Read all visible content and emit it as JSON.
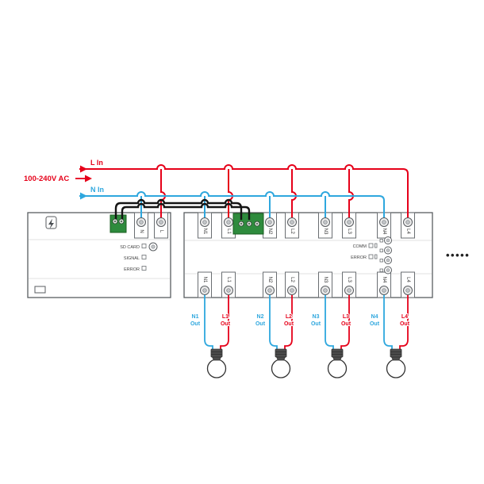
{
  "colors": {
    "live": "#e60019",
    "neutral": "#2ea7de",
    "cable": "#141414",
    "connector_green": "#2e8b3d",
    "outline": "#595d61"
  },
  "supply": {
    "line_live_label": "L In",
    "line_neutral_label": "N In",
    "voltage_label": "100-240V AC"
  },
  "power_module": {
    "terminals": [
      "N",
      "L"
    ],
    "indicators": [
      "SD CARD",
      "SIGNAL",
      "ERROR"
    ]
  },
  "relay_module": {
    "top_terminals": [
      "N1",
      "L1",
      "N2",
      "L2",
      "N3",
      "L3",
      "N4",
      "L4"
    ],
    "bottom_terminals": [
      "N1",
      "L1",
      "N2",
      "L2",
      "N3",
      "L3",
      "N4",
      "L4"
    ],
    "indicators": [
      "COMM",
      "ERROR"
    ],
    "ellipsis": "•••••"
  },
  "outputs": {
    "suffix": "Out",
    "channels": [
      {
        "neutral": "N1",
        "live": "L1"
      },
      {
        "neutral": "N2",
        "live": "L2"
      },
      {
        "neutral": "N3",
        "live": "L3"
      },
      {
        "neutral": "N4",
        "live": "L4"
      }
    ]
  }
}
